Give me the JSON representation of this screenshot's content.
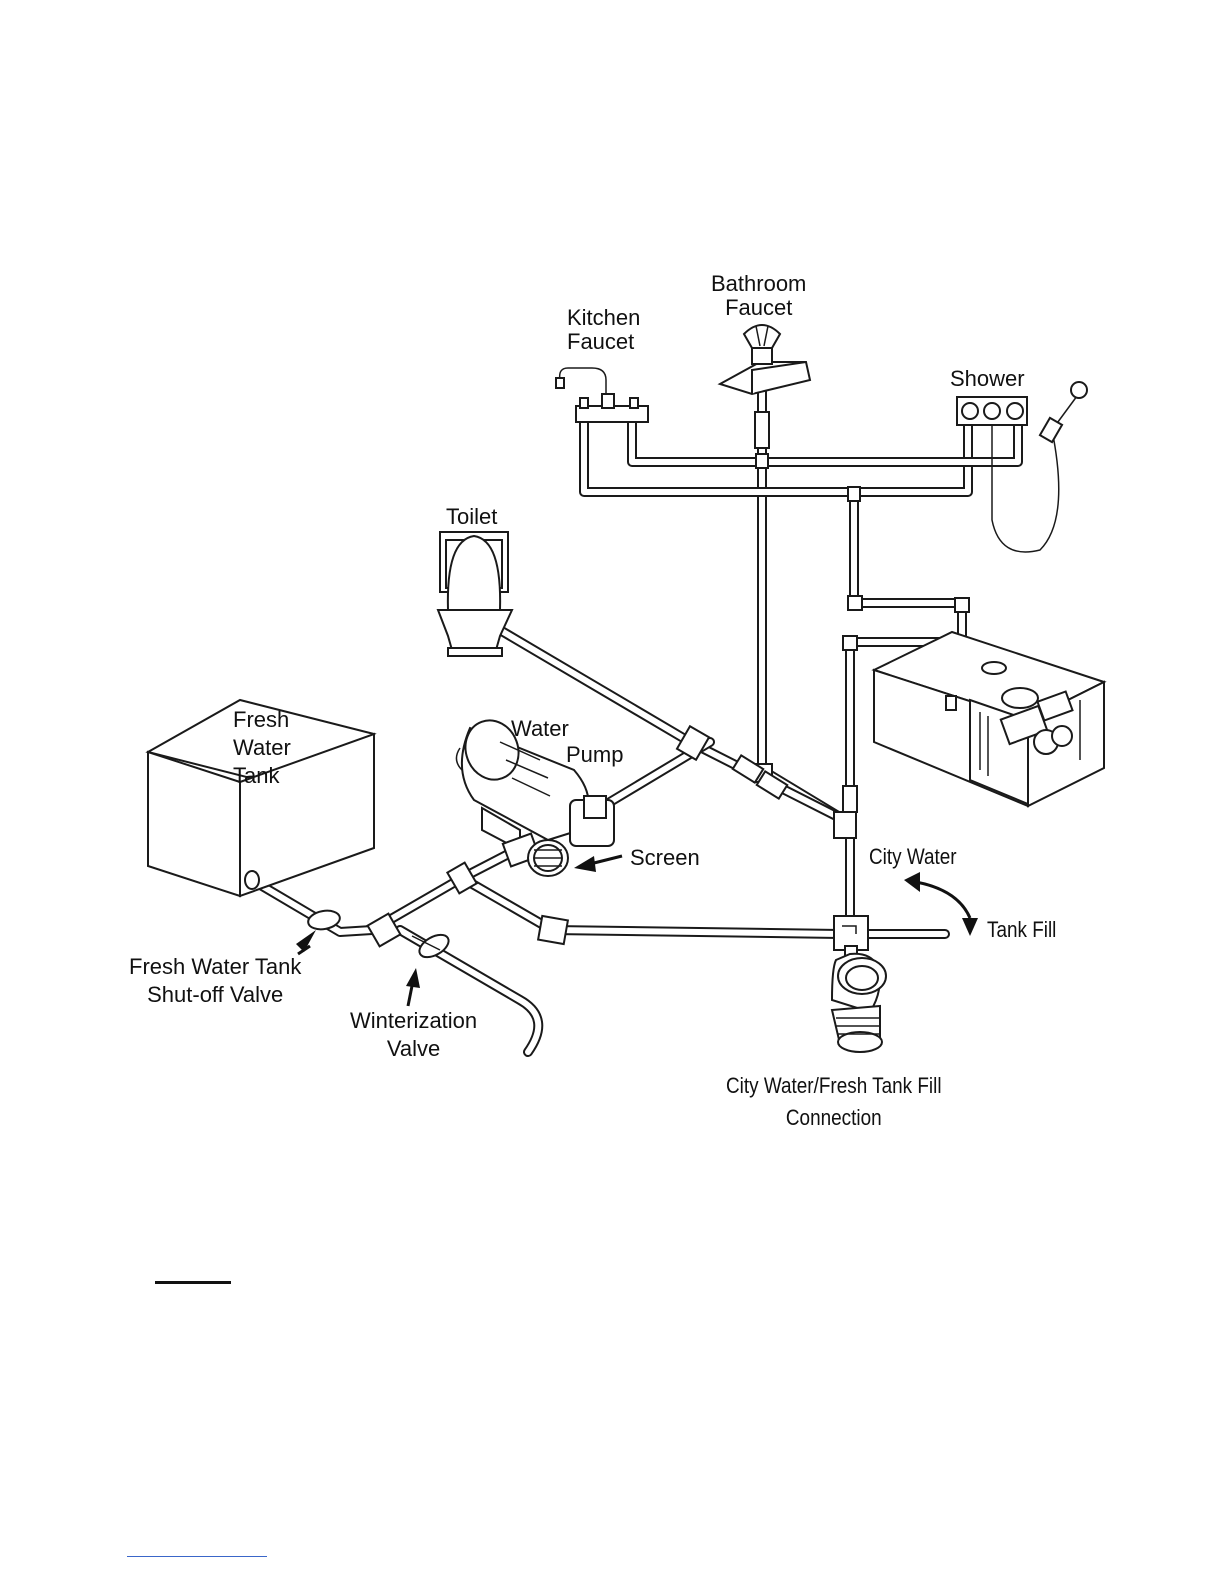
{
  "labels": {
    "bathroom_faucet": "Bathroom\nFaucet",
    "kitchen_faucet": "Kitchen\nFaucet",
    "shower": "Shower",
    "toilet": "Toilet",
    "fresh_water_tank": "Fresh\nWater\nTank",
    "water_pump": "Water\n         Pump",
    "screen": "Screen",
    "city_water": "City Water",
    "tank_fill": "Tank Fill",
    "fresh_water_tank_shutoff_valve": "Fresh Water Tank\nShut-off Valve",
    "winterization_valve": "Winterization\nValve",
    "city_water_fresh_tank_fill_connection": "City Water/Fresh Tank Fill\nConnection"
  },
  "colors": {
    "line": "#1a1a1a",
    "background": "#ffffff",
    "link_rule": "#3a66c9"
  }
}
